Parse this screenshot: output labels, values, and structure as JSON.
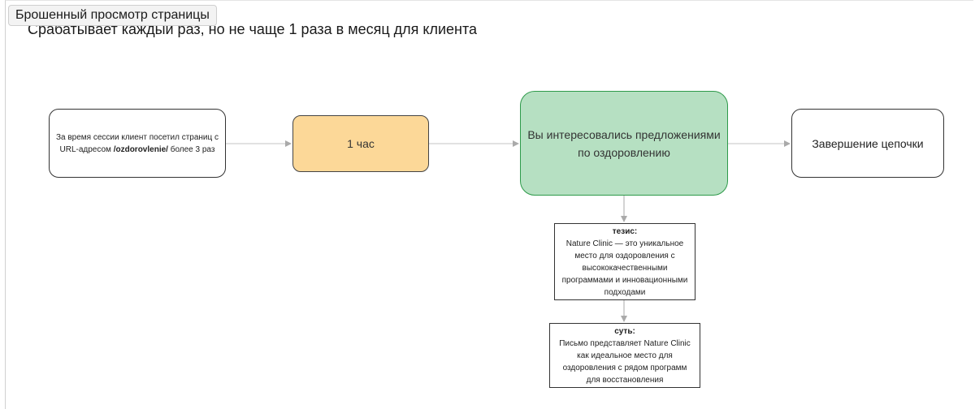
{
  "header": {
    "title": "Брошенный просмотр страницы",
    "subtitle": "Срабатывает каждый раз, но не чаще 1 раза в месяц для клиента"
  },
  "flow": {
    "trigger": {
      "text_before": "За время сессии клиент посетил страниц с URL-адресом ",
      "url": "/ozdorovlenie/",
      "text_after": " более 3 раз"
    },
    "delay": {
      "label": "1 час"
    },
    "email": {
      "label": "Вы интересовались предложениями по оздоровлению"
    },
    "end": {
      "label": "Завершение цепочки"
    },
    "thesis": {
      "heading": "тезис:",
      "text": "Nature Clinic — это уникальное место для оздоровления с высококачественными программами и инновационными подходами"
    },
    "essence": {
      "heading": "суть:",
      "text": "Письмо представляет Nature Clinic как идеальное место для оздоровления с рядом программ для восстановления"
    }
  },
  "colors": {
    "delay_fill": "#fcd898",
    "email_fill": "#b6e0c2",
    "email_border": "#2e9a4a",
    "connector": "#aaaaaa"
  }
}
